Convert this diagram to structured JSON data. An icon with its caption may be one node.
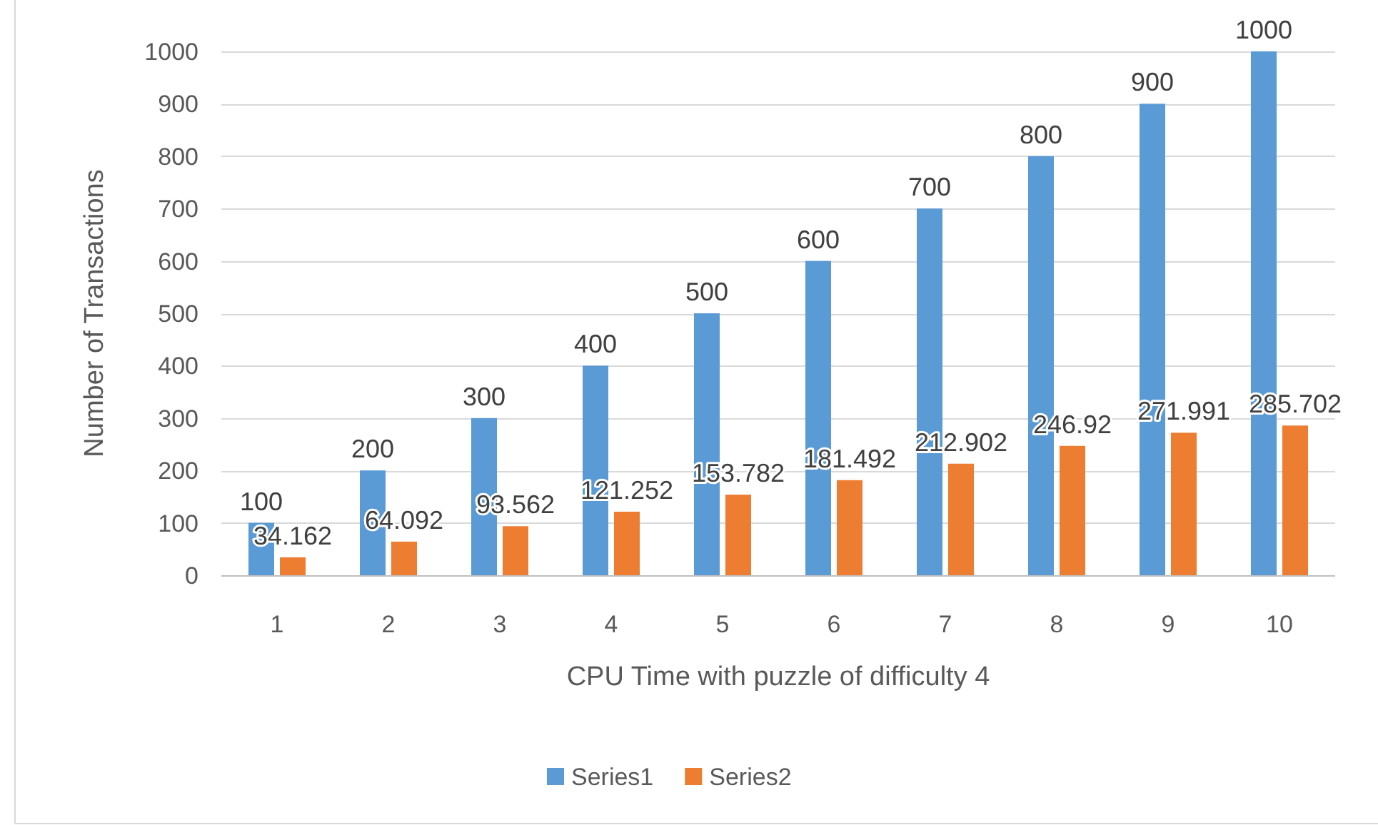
{
  "diagram": {
    "chart_data": {
      "type": "bar",
      "xlabel": "CPU Time with puzzle of difficulty 4",
      "ylabel": "Number of Transactions",
      "categories": [
        "1",
        "2",
        "3",
        "4",
        "5",
        "6",
        "7",
        "8",
        "9",
        "10"
      ],
      "series": [
        {
          "name": "Series1",
          "color": "#5b9bd5",
          "values": [
            100,
            200,
            300,
            400,
            500,
            600,
            700,
            800,
            900,
            1000
          ]
        },
        {
          "name": "Series2",
          "color": "#ed7d31",
          "values": [
            34.162,
            64.092,
            93.562,
            121.252,
            153.782,
            181.492,
            212.902,
            246.92,
            271.991,
            285.702
          ]
        }
      ],
      "grid": true,
      "legend": true,
      "ylim": [
        0,
        1000
      ],
      "yticks": [
        0,
        100,
        200,
        300,
        400,
        500,
        600,
        700,
        800,
        900,
        1000
      ],
      "data_labels": true
    }
  }
}
